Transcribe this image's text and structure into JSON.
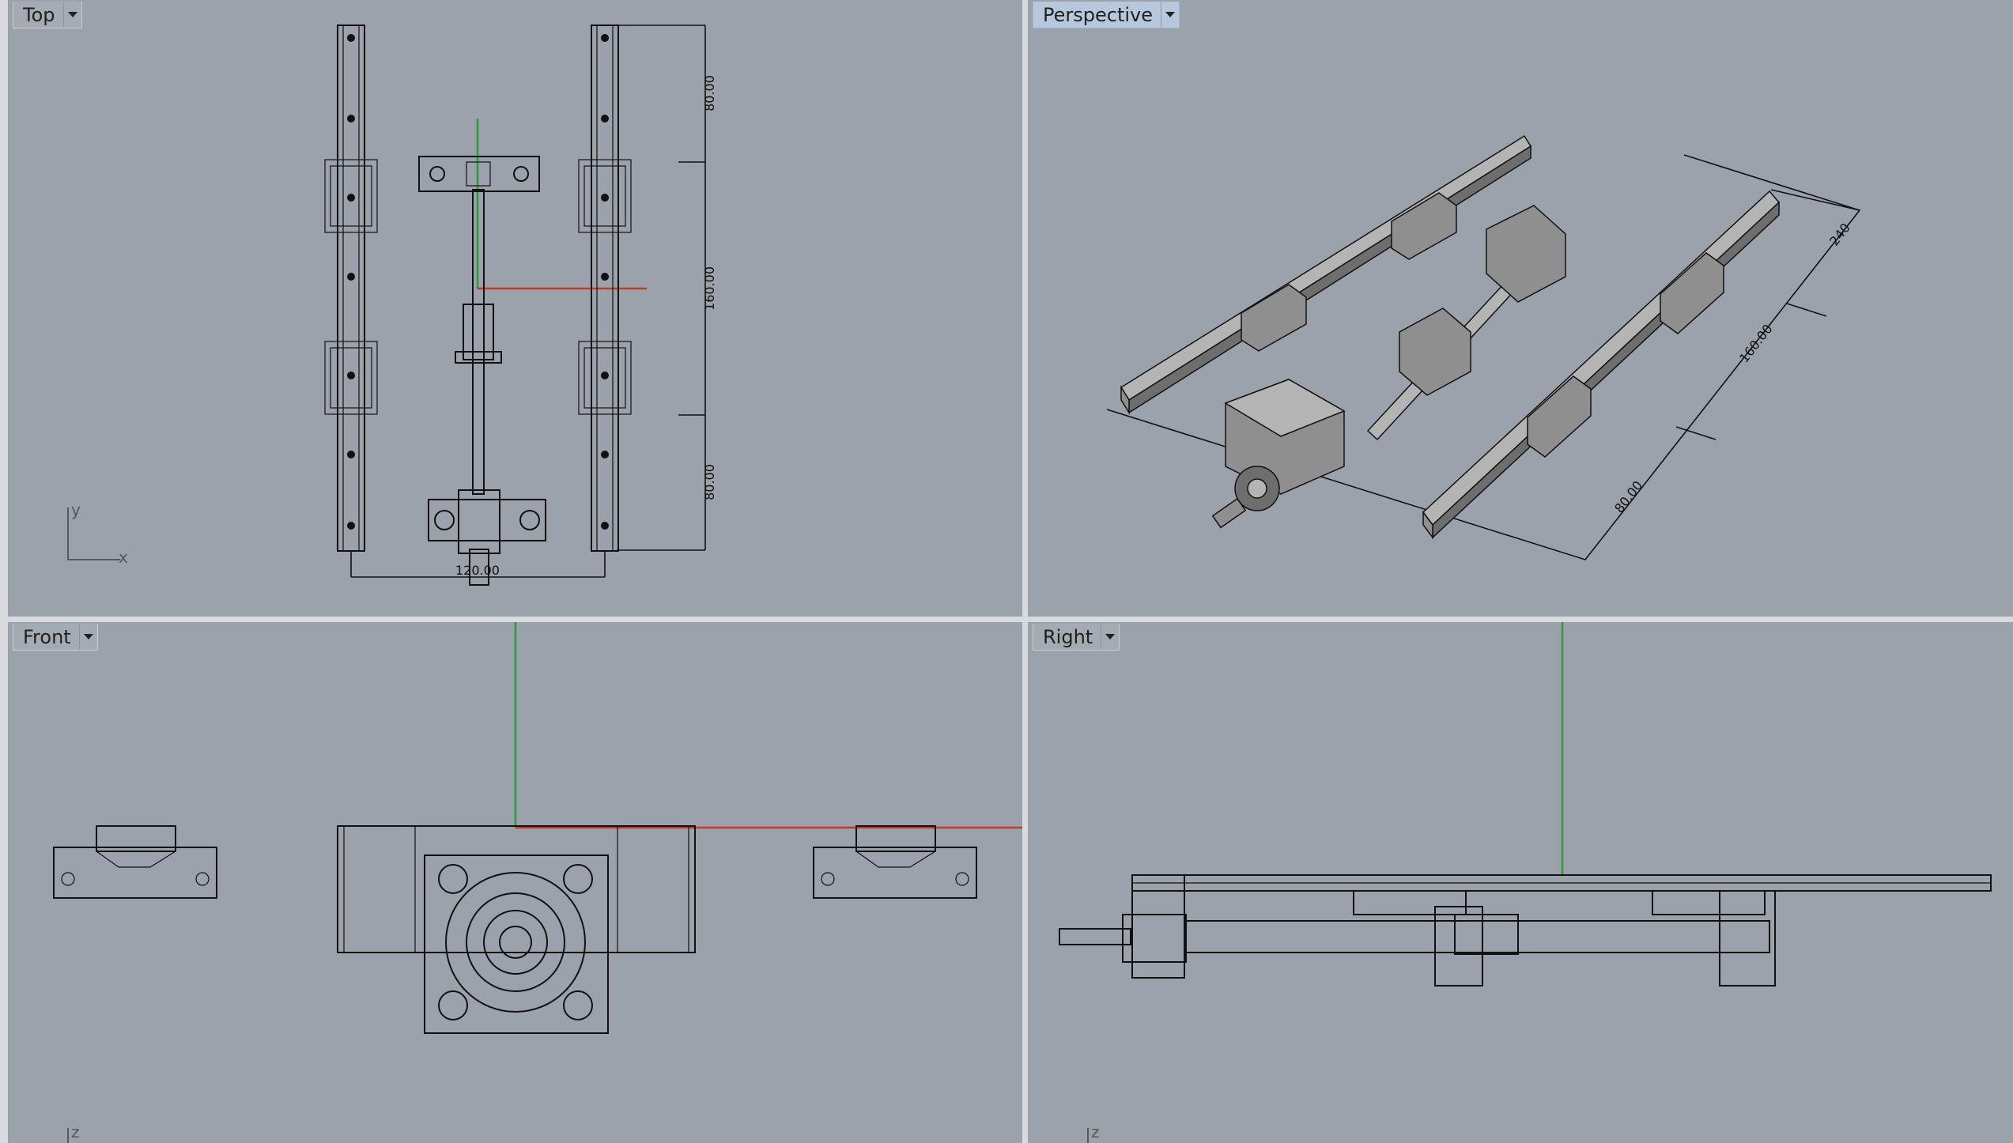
{
  "viewports": {
    "top": {
      "label": "Top",
      "gizmo_y": "y",
      "gizmo_x": "x"
    },
    "perspective": {
      "label": "Perspective"
    },
    "front": {
      "label": "Front",
      "gizmo_z": "z"
    },
    "right": {
      "label": "Right",
      "gizmo_z": "z"
    }
  },
  "dimensions": {
    "top": {
      "d1": "80.00",
      "d2": "160.00",
      "d3": "80.00",
      "d4": "120.00"
    },
    "perspective": {
      "d1": "240",
      "d2": "160.00",
      "d3": "80.00"
    }
  },
  "colors": {
    "viewport_bg": "#9ba2ab",
    "x_axis": "#c0392b",
    "y_axis": "#2e9a3a",
    "active_tab": "#b8c8dc"
  }
}
